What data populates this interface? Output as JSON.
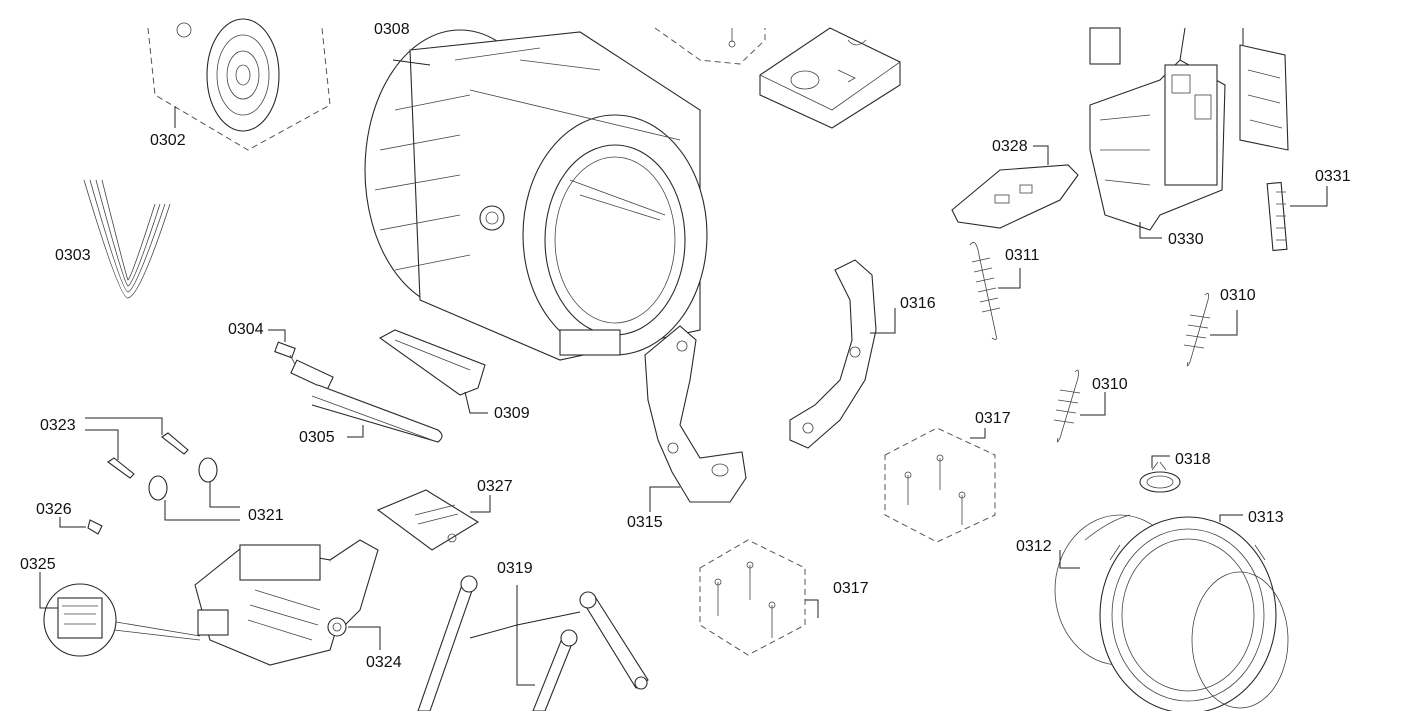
{
  "diagram": {
    "labels": {
      "p0302": "0302",
      "p0303": "0303",
      "p0304": "0304",
      "p0305": "0305",
      "p0308": "0308",
      "p0309": "0309",
      "p0310a": "0310",
      "p0310b": "0310",
      "p0311": "0311",
      "p0312": "0312",
      "p0313": "0313",
      "p0315": "0315",
      "p0316": "0316",
      "p0317a": "0317",
      "p0317b": "0317",
      "p0318": "0318",
      "p0319": "0319",
      "p0321": "0321",
      "p0323": "0323",
      "p0324": "0324",
      "p0325": "0325",
      "p0326": "0326",
      "p0327": "0327",
      "p0328": "0328",
      "p0330": "0330",
      "p0331": "0331"
    }
  }
}
